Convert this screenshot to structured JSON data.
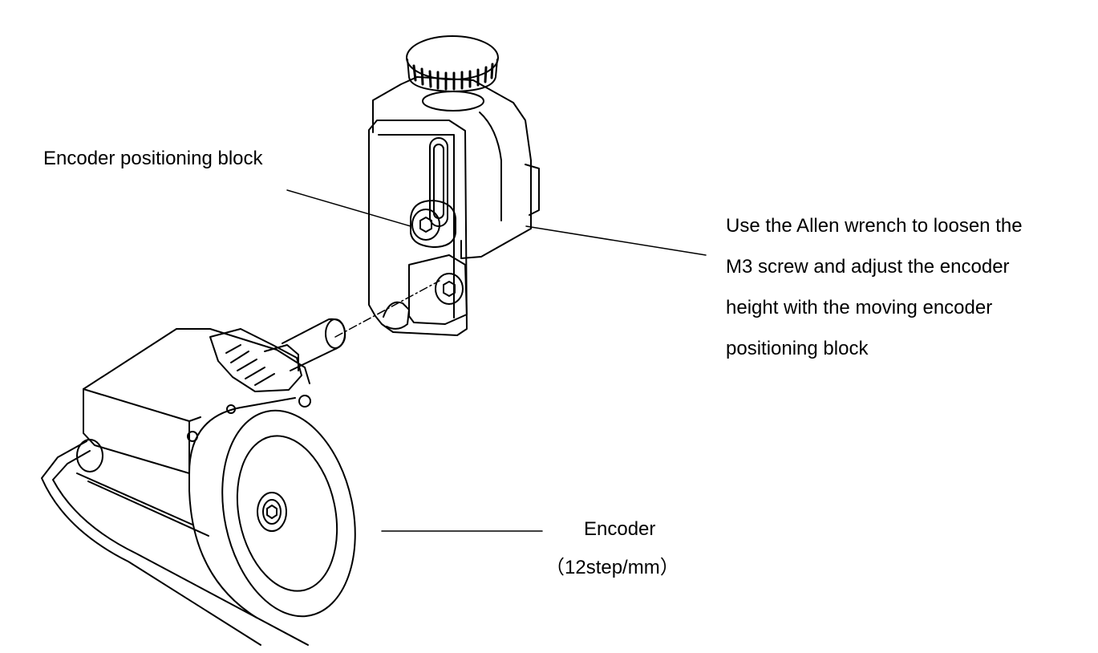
{
  "labels": {
    "positioning_block": "Encoder positioning block",
    "instruction_lines": [
      "Use the Allen wrench to loosen the",
      "M3 screw and adjust the encoder",
      "height with the moving encoder",
      "positioning block"
    ],
    "encoder": "Encoder",
    "encoder_spec": "（12step/mm）"
  },
  "colors": {
    "line": "#000000",
    "background": "#ffffff"
  }
}
